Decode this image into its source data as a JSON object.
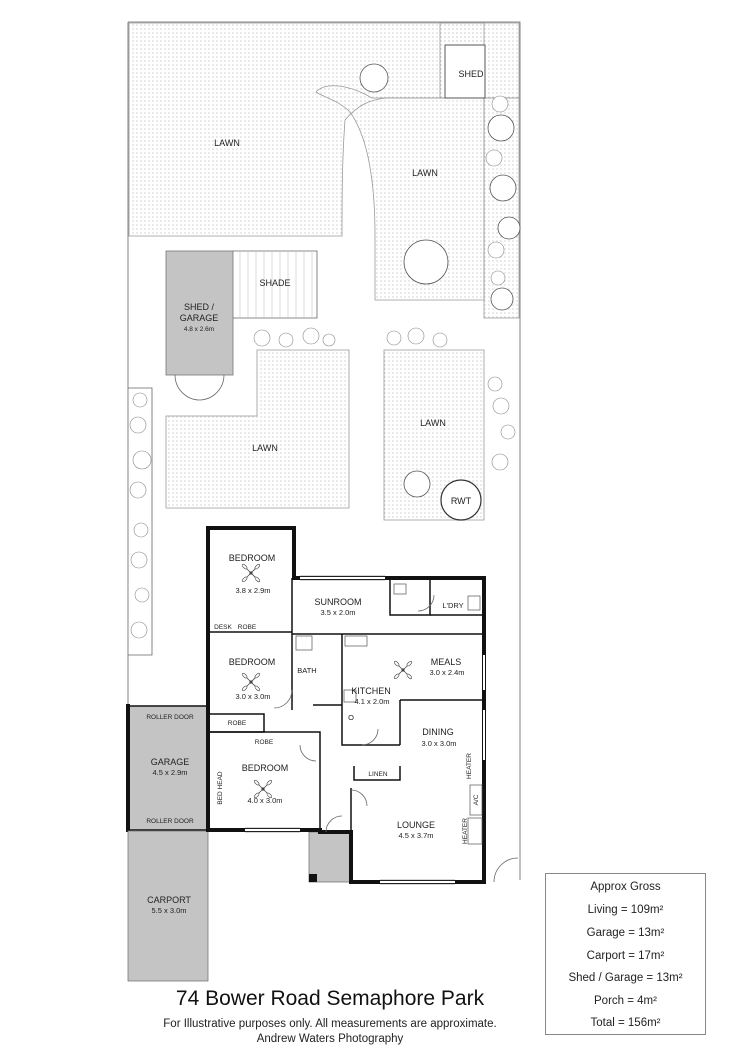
{
  "plan": {
    "outdoor": {
      "lawn_nw": "LAWN",
      "lawn_ne": "LAWN",
      "lawn_w": "LAWN",
      "lawn_e": "LAWN",
      "shed_corner": "SHED",
      "shade": "SHADE",
      "shed_garage_name": "SHED /\nGARAGE",
      "shed_garage_line1": "SHED /",
      "shed_garage_line2": "GARAGE",
      "shed_garage_size": "4.8 x 2.6m",
      "rwt": "RWT"
    },
    "rooms": {
      "bedroom1": {
        "name": "BEDROOM",
        "size": "3.8 x 2.9m"
      },
      "sunroom": {
        "name": "SUNROOM",
        "size": "3.5 x 2.0m"
      },
      "ldry": {
        "name": "L'DRY"
      },
      "bedroom2": {
        "name": "BEDROOM",
        "size": "3.0 x 3.0m"
      },
      "bath": {
        "name": "BATH"
      },
      "kitchen": {
        "name": "KITCHEN",
        "size": "4.1 x 2.0m"
      },
      "meals": {
        "name": "MEALS",
        "size": "3.0 x 2.4m"
      },
      "dining": {
        "name": "DINING",
        "size": "3.0 x 3.0m"
      },
      "bedroom3": {
        "name": "BEDROOM",
        "size": "4.0 x 3.0m"
      },
      "lounge": {
        "name": "LOUNGE",
        "size": "4.5 x 3.7m"
      },
      "garage": {
        "name": "GARAGE",
        "size": "4.5 x 2.9m"
      },
      "carport": {
        "name": "CARPORT",
        "size": "5.5 x 3.0m"
      }
    },
    "fixtures": {
      "desk": "DESK",
      "robe1": "ROBE",
      "robe2": "ROBE",
      "robe3": "ROBE",
      "linen": "LINEN",
      "bed_head": "BED HEAD",
      "heater1": "HEATER",
      "heater2": "HEATER",
      "ac": "A/C",
      "roller_door_top": "ROLLER DOOR",
      "roller_door_bottom": "ROLLER DOOR",
      "oven": "O"
    }
  },
  "legend": {
    "heading": "Approx Gross",
    "rows": [
      "Living = 109m²",
      "Garage = 13m²",
      "Carport = 17m²",
      "Shed / Garage = 13m²",
      "Porch = 4m²",
      "Total = 156m²"
    ]
  },
  "footer": {
    "title": "74 Bower Road Semaphore Park",
    "disclaimer": "For Illustrative purposes only.  All measurements are approximate.",
    "credit": "Andrew Waters Photography"
  }
}
